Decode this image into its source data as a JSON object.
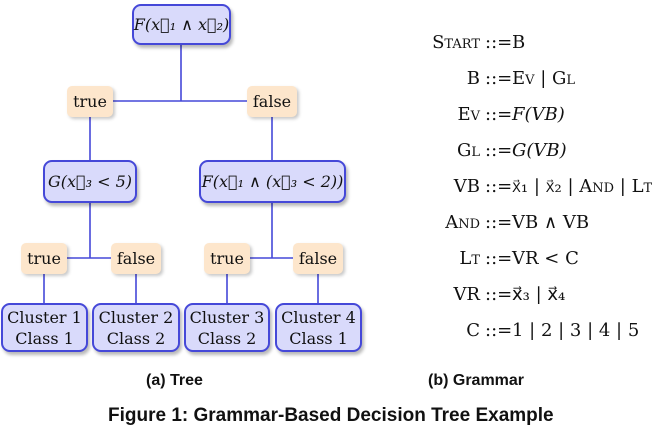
{
  "tree": {
    "root": {
      "text": "F(x⃗₁ ∧ x⃗₂)"
    },
    "level1_labels": [
      "true",
      "false"
    ],
    "left_node": {
      "text": "G(x⃗₃ < 5)"
    },
    "right_node": {
      "text": "F(x⃗₁ ∧ (x⃗₃ < 2))"
    },
    "level2_labels": [
      "true",
      "false",
      "true",
      "false"
    ],
    "leaves": [
      {
        "line1": "Cluster 1",
        "line2": "Class 1"
      },
      {
        "line1": "Cluster 2",
        "line2": "Class 2"
      },
      {
        "line1": "Cluster 3",
        "line2": "Class 2"
      },
      {
        "line1": "Cluster 4",
        "line2": "Class 1"
      }
    ],
    "caption": "(a) Tree"
  },
  "grammar": {
    "operator": "::=",
    "rules": [
      {
        "lhs": "Start",
        "rhs": "B"
      },
      {
        "lhs": "B",
        "rhs": "Ev | Gl"
      },
      {
        "lhs": "Ev",
        "rhs": "F(VB)"
      },
      {
        "lhs": "Gl",
        "rhs": "G(VB)"
      },
      {
        "lhs": "VB",
        "rhs": "x⃗₁ | x⃗₂ | And | Lt"
      },
      {
        "lhs": "And",
        "rhs": "VB ∧ VB"
      },
      {
        "lhs": "Lt",
        "rhs": "VR < C"
      },
      {
        "lhs": "VR",
        "rhs": "x⃗₃ | x⃗₄"
      },
      {
        "lhs": "C",
        "rhs": "1 | 2 | 3 | 4 | 5"
      }
    ],
    "caption": "(b) Grammar"
  },
  "figure_caption": "Figure 1: Grammar-Based Decision Tree Example"
}
